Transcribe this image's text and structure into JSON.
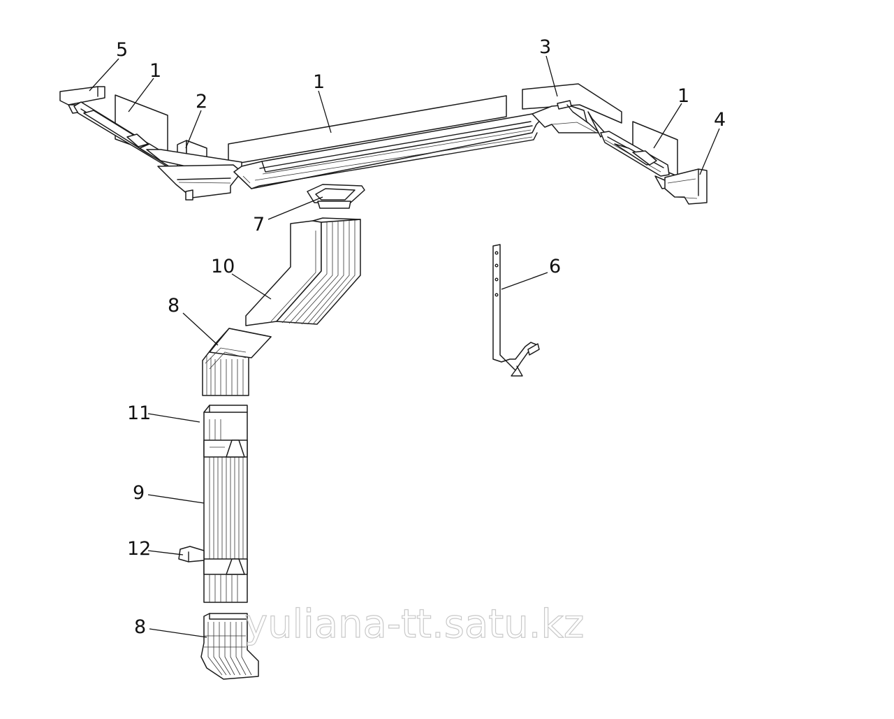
{
  "callouts": [
    {
      "id": "c5",
      "text": "5"
    },
    {
      "id": "c1a",
      "text": "1"
    },
    {
      "id": "c2",
      "text": "2"
    },
    {
      "id": "c1b",
      "text": "1"
    },
    {
      "id": "c3",
      "text": "3"
    },
    {
      "id": "c1c",
      "text": "1"
    },
    {
      "id": "c4",
      "text": "4"
    },
    {
      "id": "c7",
      "text": "7"
    },
    {
      "id": "c10",
      "text": "10"
    },
    {
      "id": "c6",
      "text": "6"
    },
    {
      "id": "c8a",
      "text": "8"
    },
    {
      "id": "c11",
      "text": "11"
    },
    {
      "id": "c9",
      "text": "9"
    },
    {
      "id": "c12",
      "text": "12"
    },
    {
      "id": "c8b",
      "text": "8"
    }
  ],
  "watermark": "yuliana-tt.satu.kz",
  "colors": {
    "line": "#1a1a1a",
    "paper": "#ffffff",
    "watermark": "#c9c9c9"
  }
}
